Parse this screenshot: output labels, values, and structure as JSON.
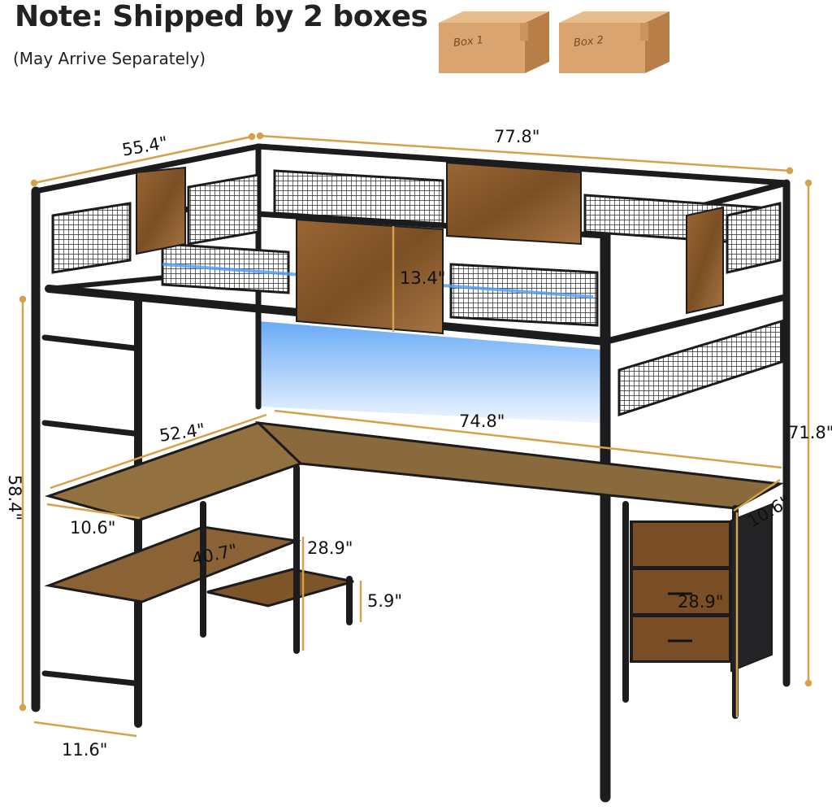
{
  "note": {
    "title": "Note: Shipped by 2 boxes",
    "subtitle": "(May Arrive Separately)"
  },
  "boxes": [
    {
      "label": "Box 1"
    },
    {
      "label": "Box 2"
    }
  ],
  "dimensions": {
    "bed_depth": "55.4\"",
    "bed_length": "77.8\"",
    "guardrail_height": "13.4\"",
    "total_height": "71.8\"",
    "under_bed_height": "58.4\"",
    "desk_side_length": "52.4\"",
    "desk_main_length": "74.8\"",
    "desk_side_width": "10.6\"",
    "shelf_width": "40.7\"",
    "shelf_height": "28.9\"",
    "step_height": "5.9\"",
    "cabinet_width": "10.6\"",
    "cabinet_height": "28.9\"",
    "ladder_width": "11.6\""
  },
  "colors": {
    "frame": "#1c1c1e",
    "wood": "#8a5a2b",
    "wood_light": "#a67a45",
    "arrow": "#d4a24a",
    "led": "#5aa9ff",
    "cardboard": "#d9a46f"
  }
}
